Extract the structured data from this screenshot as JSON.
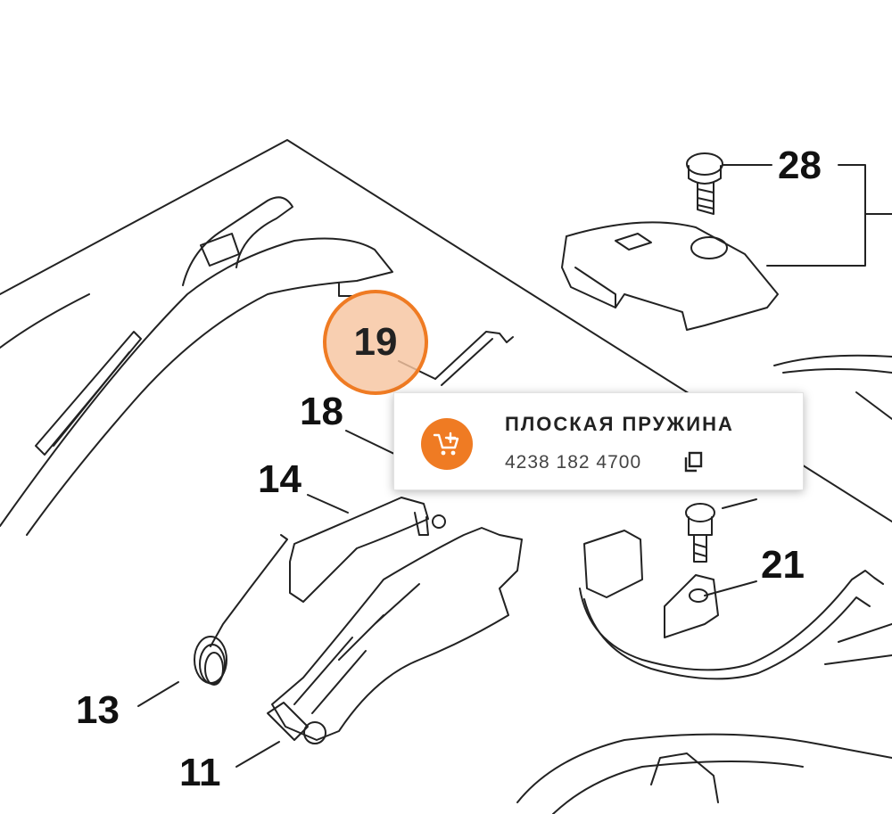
{
  "callouts": [
    {
      "id": "c28",
      "label": "28"
    },
    {
      "id": "c18",
      "label": "18"
    },
    {
      "id": "c14",
      "label": "14"
    },
    {
      "id": "c21",
      "label": "21"
    },
    {
      "id": "c13",
      "label": "13"
    },
    {
      "id": "c11",
      "label": "11"
    }
  ],
  "hotspot": {
    "label": "19"
  },
  "popup": {
    "part_name": "ПЛОСКАЯ ПРУЖИНА",
    "part_number": "4238 182 4700",
    "cart_icon": "add-to-cart-icon",
    "copy_icon": "copy-icon"
  },
  "colors": {
    "accent": "#ef7b23",
    "hotspot_fill": "#f6c4a0",
    "line": "#222222"
  }
}
